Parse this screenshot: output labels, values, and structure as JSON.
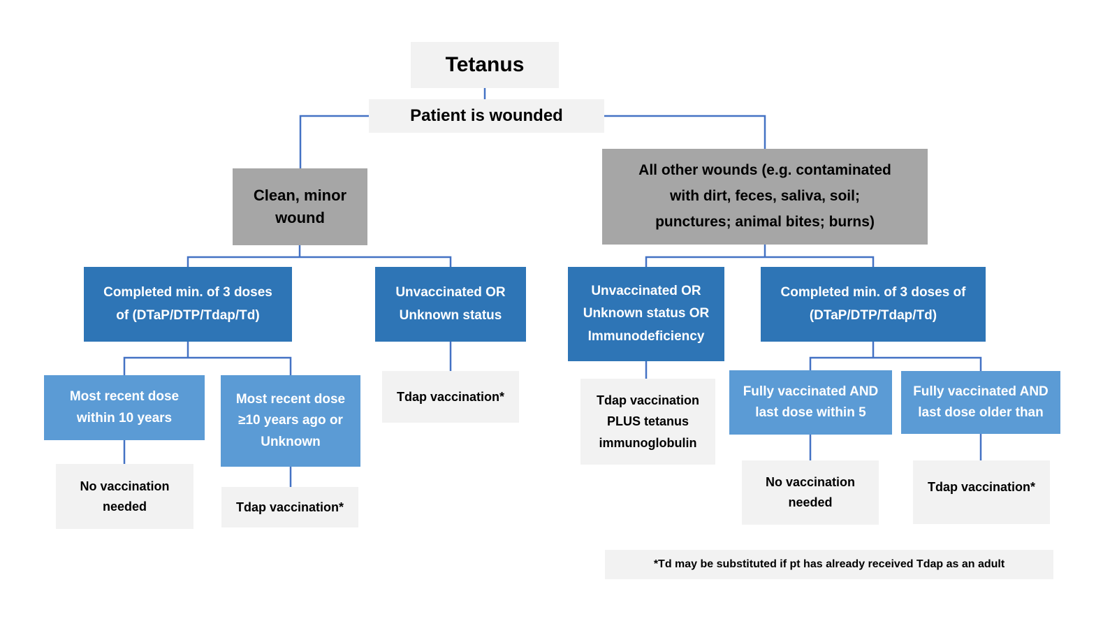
{
  "diagram_title": "Tetanus",
  "colors": {
    "root_and_result_fill": "#f2f2f2",
    "wound_type_fill": "#a6a6a6",
    "status_dark_blue_fill": "#2e75b6",
    "dose_medium_blue_fill": "#5b9bd5",
    "connector_blue": "#4472c4",
    "text_dark": "#000000",
    "text_light": "#ffffff"
  },
  "nodes": {
    "tetanus": {
      "label": "Tetanus"
    },
    "patient_wounded": {
      "label": "Patient is wounded"
    },
    "clean_minor_wound": {
      "label": "Clean, minor\nwound"
    },
    "all_other_wounds": {
      "label": "All other wounds (e.g. contaminated\nwith dirt, feces, saliva, soil;\npunctures; animal bites; burns)"
    },
    "completed_doses_clean": {
      "label": "Completed min. of 3 doses\nof (DTaP/DTP/Tdap/Td)"
    },
    "unvaccinated_clean": {
      "label": "Unvaccinated OR\nUnknown status"
    },
    "unvaccinated_other": {
      "label": "Unvaccinated OR\nUnknown status OR\nImmunodeficiency"
    },
    "completed_doses_other": {
      "label": "Completed min. of 3 doses of\n(DTaP/DTP/Tdap/Td)"
    },
    "recent_dose_within_10": {
      "label": "Most recent dose\nwithin 10 years"
    },
    "recent_dose_ge_10": {
      "label": "Most recent dose\n≥10 years ago or\nUnknown"
    },
    "tdap_vaccination_clean_unknown": {
      "label": "Tdap vaccination*"
    },
    "tdap_plus_immunoglobulin": {
      "label": "Tdap vaccination\nPLUS tetanus\nimmunoglobulin"
    },
    "fully_vaccinated_within_5": {
      "label": "Fully vaccinated AND\nlast dose within 5"
    },
    "fully_vaccinated_older": {
      "label": "Fully vaccinated AND\nlast dose older than"
    },
    "no_vaccination_needed_clean": {
      "label": "No vaccination\nneeded"
    },
    "tdap_vaccination_ge_10": {
      "label": "Tdap vaccination*"
    },
    "no_vaccination_needed_other": {
      "label": "No vaccination\nneeded"
    },
    "tdap_vaccination_older": {
      "label": "Tdap vaccination*"
    },
    "footnote": {
      "label": "*Td may be substituted if pt has already received Tdap as an adult"
    }
  }
}
